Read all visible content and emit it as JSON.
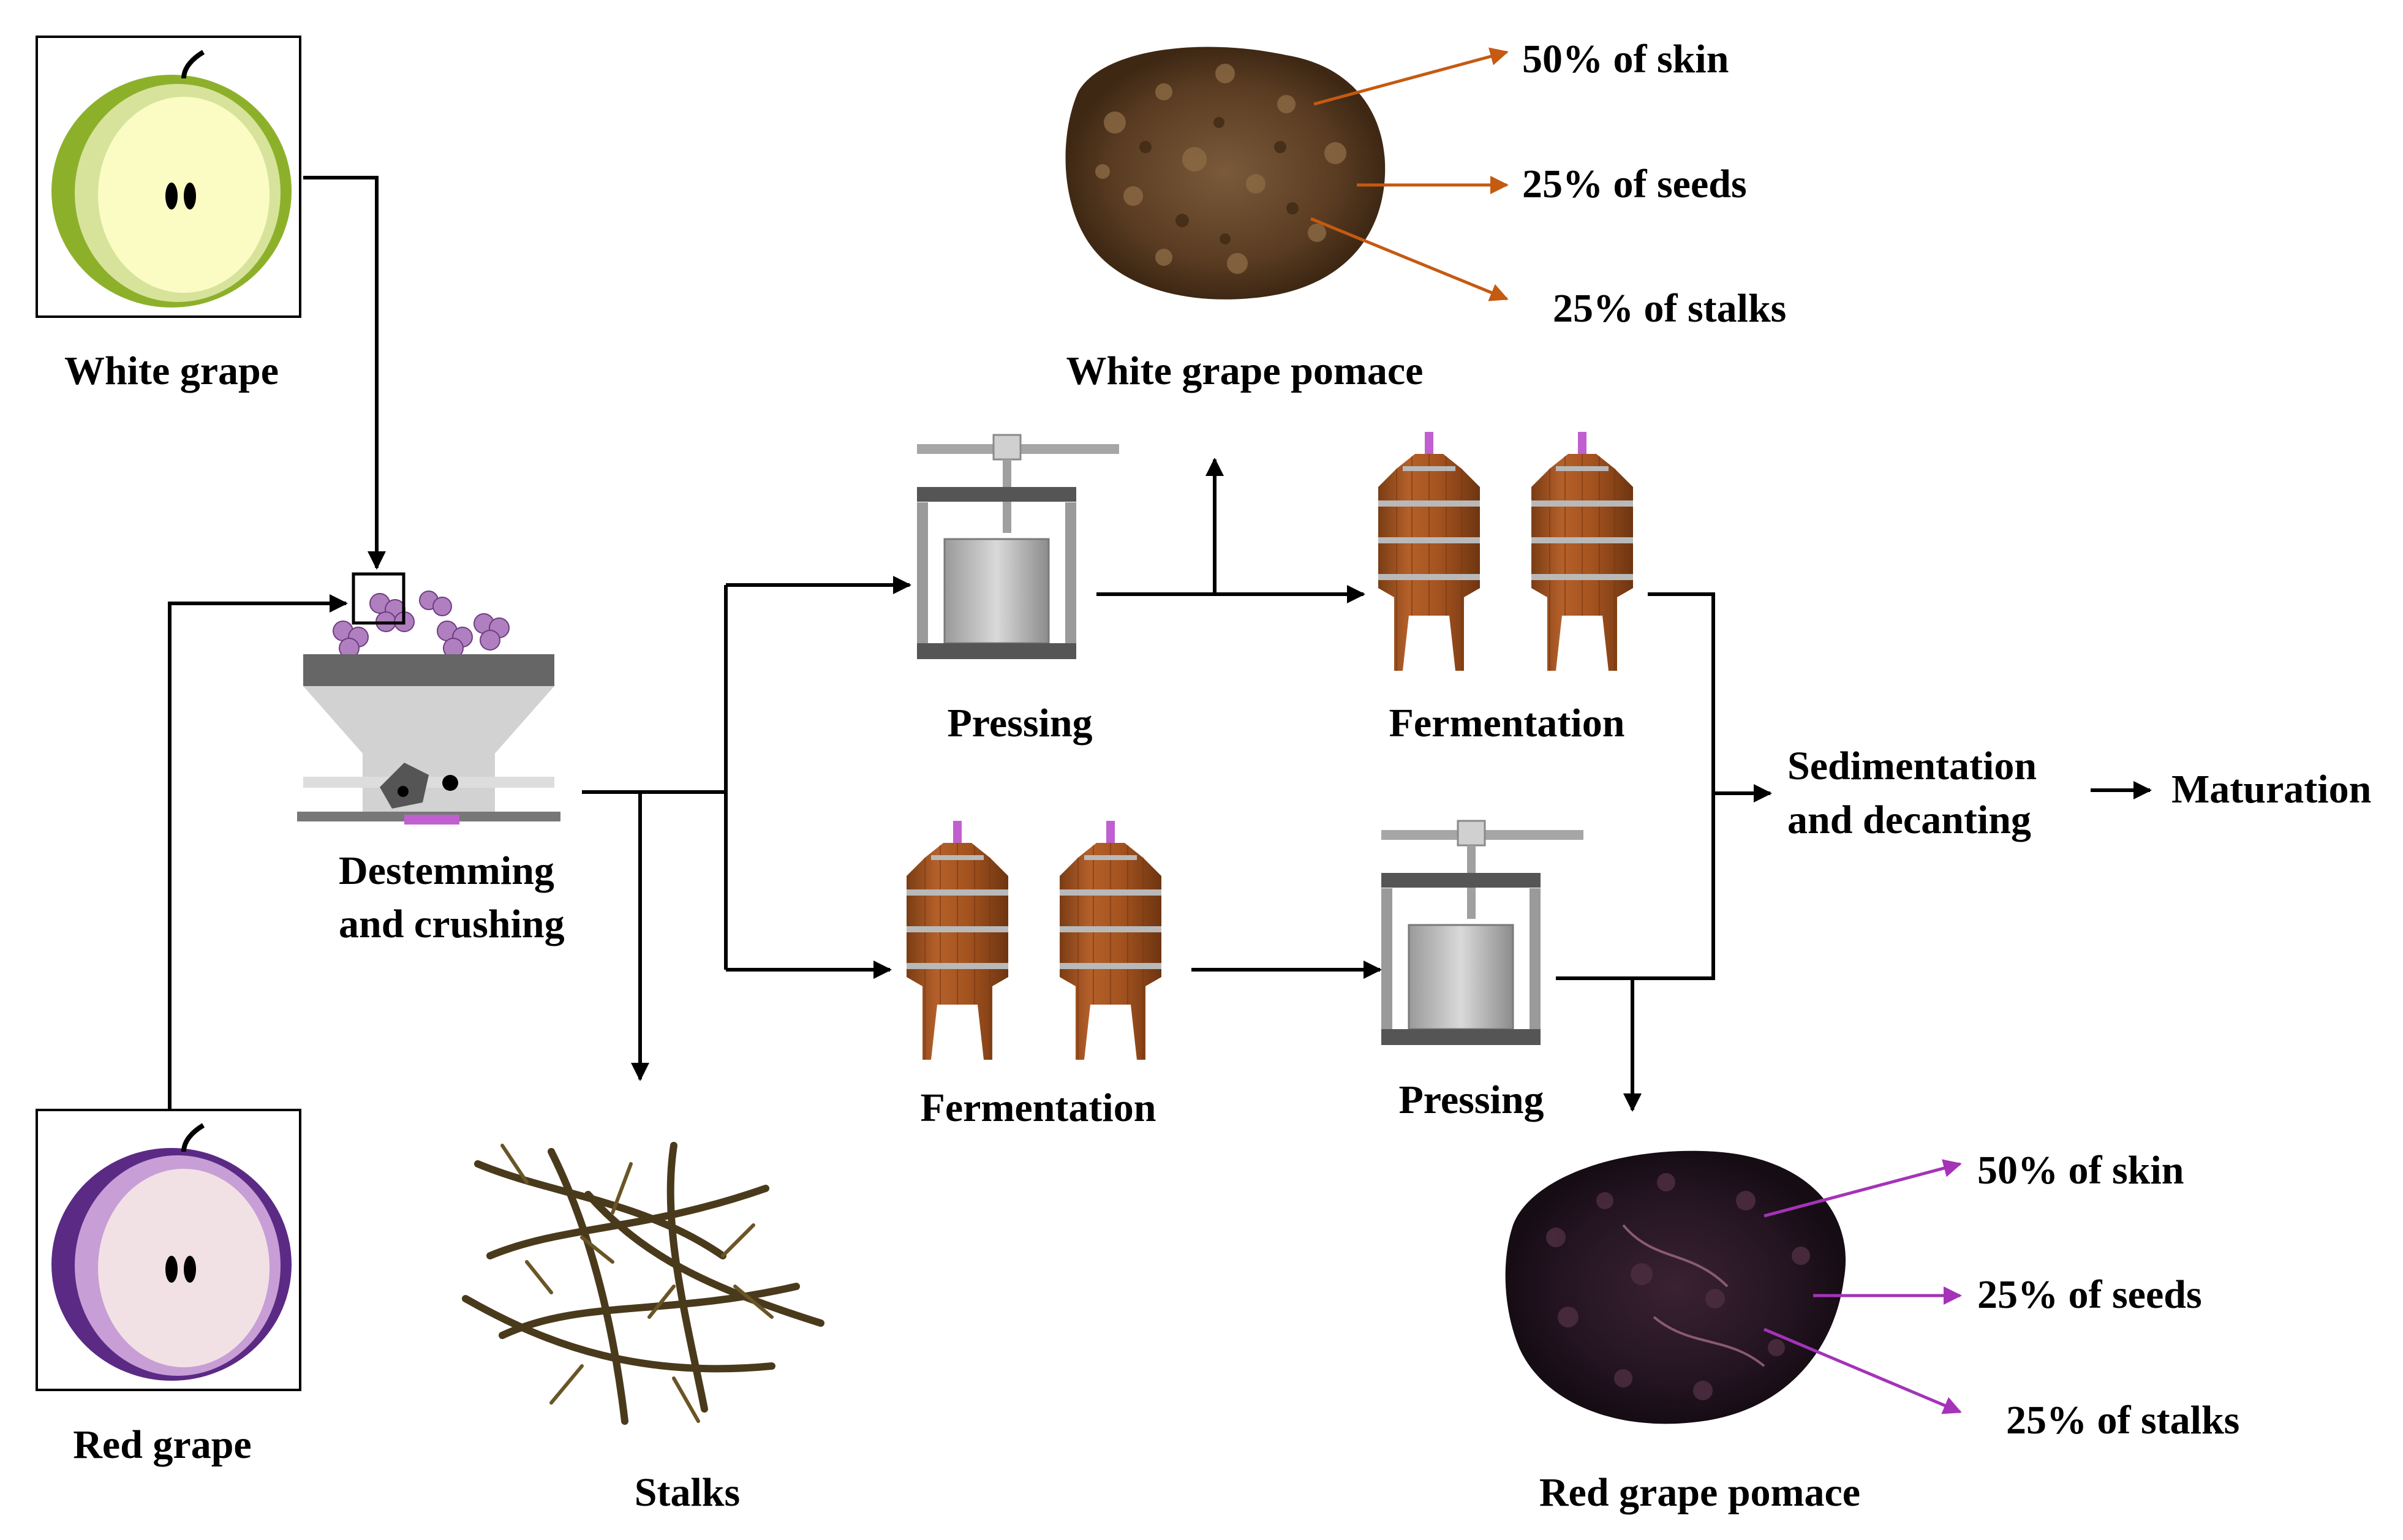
{
  "white_grape": {
    "label": "White grape"
  },
  "red_grape": {
    "label": "Red grape"
  },
  "destemming": {
    "line1": "Destemming",
    "line2": "and crushing"
  },
  "white_path": {
    "pressing": "Pressing",
    "fermentation": "Fermentation"
  },
  "red_path": {
    "fermentation": "Fermentation",
    "pressing": "Pressing"
  },
  "sedimentation": {
    "line1": "Sedimentation",
    "line2": "and decanting"
  },
  "maturation": {
    "label": "Maturation"
  },
  "stalks": {
    "label": "Stalks"
  },
  "white_pomace": {
    "label": "White grape pomace",
    "parts": [
      "50% of skin",
      "25% of seeds",
      "25% of stalks"
    ],
    "color": "#c55a11"
  },
  "red_pomace": {
    "label": "Red grape pomace",
    "parts": [
      "50% of skin",
      "25% of seeds",
      "25% of stalks"
    ],
    "color": "#a433b8"
  }
}
